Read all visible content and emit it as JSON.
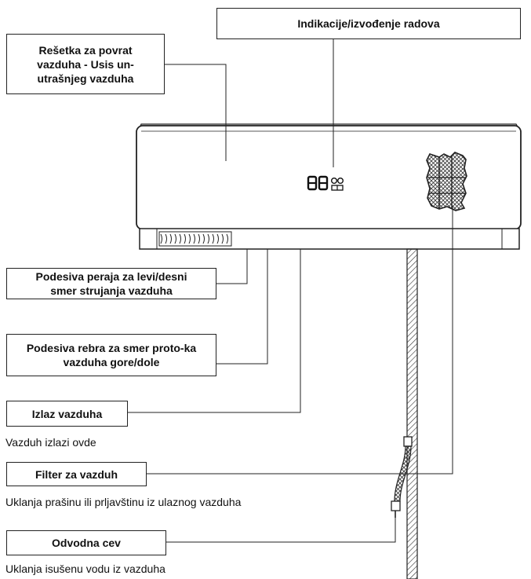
{
  "labels": {
    "display": "Indikacije/izvođenje radova",
    "return_grille": "Rešetka za povrat vazduha - Usis un-utrašnjeg vazduha",
    "louvers_lr": "Podesiva peraja za levi/desni smer strujanja vazduha",
    "flaps_ud": "Podesiva rebra za smer proto-ka vazduha gore/dole",
    "air_outlet": "Izlaz vazduha",
    "air_filter": "Filter za vazduh",
    "drain_hose": "Odvodna cev"
  },
  "descriptions": {
    "air_outlet": "Vazduh izlazi ovde",
    "air_filter": "Uklanja prašinu ili prljavštinu iz ulaznog vazduha",
    "drain_hose": "Uklanja isušenu vodu iz vazduha"
  },
  "icons": {
    "display_panel": "segment-display-icon",
    "filter": "filter-mesh-icon",
    "louvers": "louver-grille-icon",
    "drain": "drain-hose-icon"
  },
  "colors": {
    "line": "#222222",
    "background": "#ffffff"
  }
}
